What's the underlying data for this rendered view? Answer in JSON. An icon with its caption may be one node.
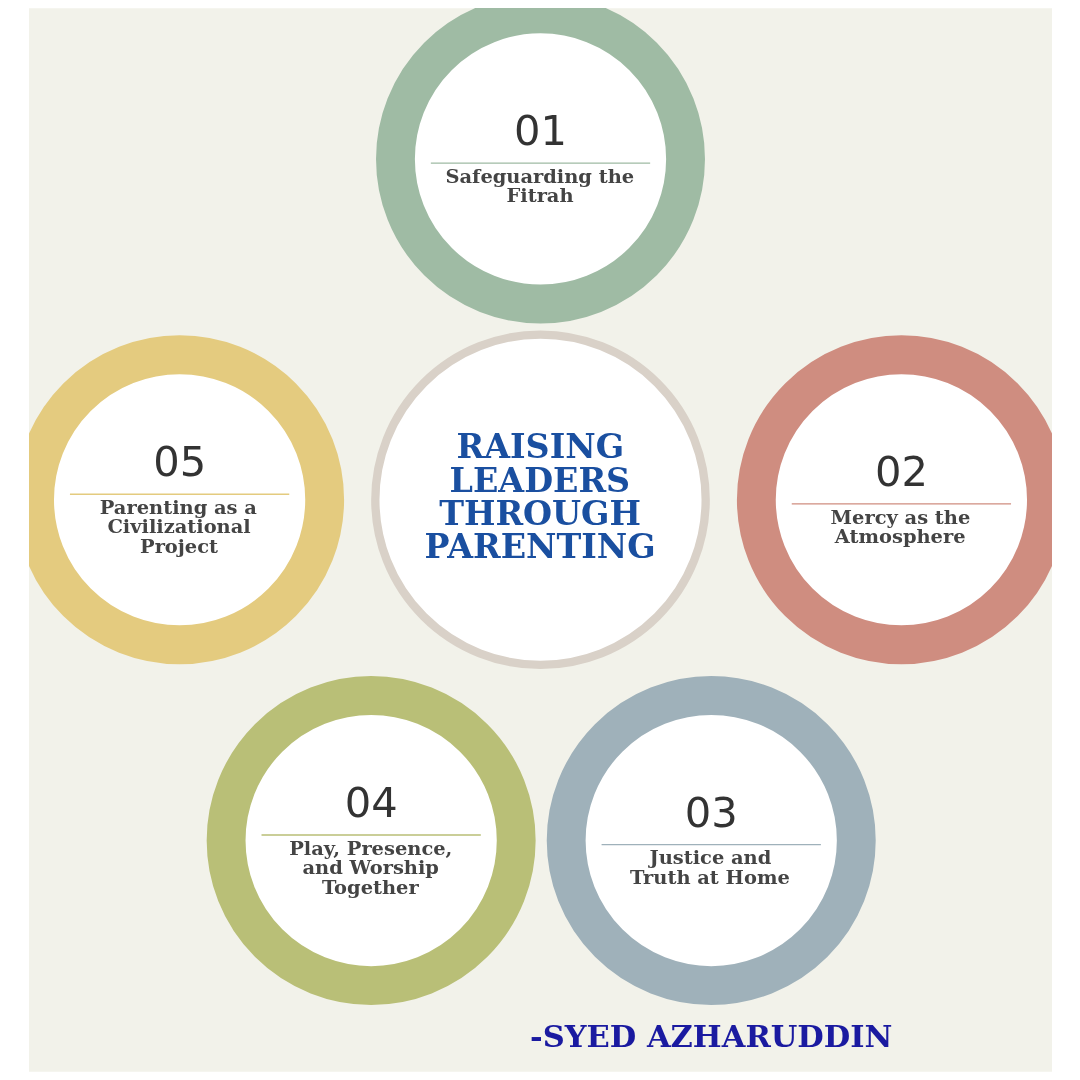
{
  "diagram": {
    "nodes": [
      {
        "text": [
          "RAISING LEADERS THROUGH PARENTING"
        ]
      },
      {
        "text": [
          "01",
          "Safeguarding the Fitrah"
        ]
      },
      {
        "text": [
          "02",
          "Mercy as the Atmosphere"
        ]
      },
      {
        "text": [
          "03",
          "Justice and Truth at Home"
        ]
      },
      {
        "text": [
          "04",
          "Play, Presence, and Worship Together"
        ]
      },
      {
        "text": [
          "05",
          "Parenting as a Civilizational Project"
        ]
      }
    ],
    "labels": [
      "-SYED AZHARUDDIN"
    ]
  }
}
